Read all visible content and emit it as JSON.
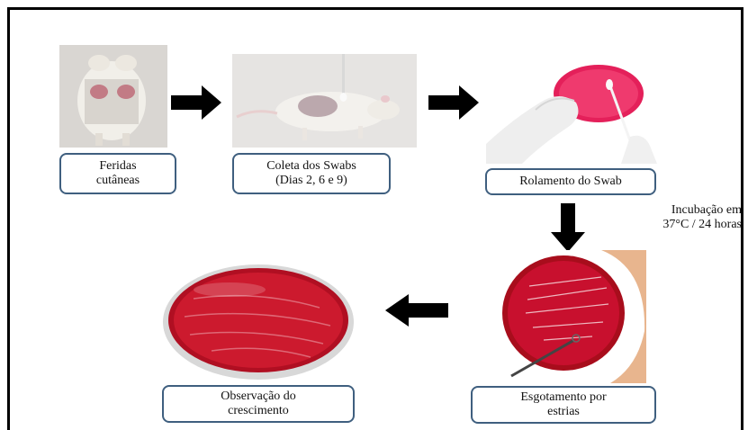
{
  "steps": [
    {
      "id": "feridas",
      "line1": "Feridas",
      "line2": "cutâneas"
    },
    {
      "id": "coleta",
      "line1": "Coleta dos Swabs",
      "line2": "(Dias 2, 6 e 9)"
    },
    {
      "id": "rolamento",
      "line1": "Rolamento do Swab",
      "line2": ""
    },
    {
      "id": "esgotamento",
      "line1": "Esgotamento por",
      "line2": "estrias"
    },
    {
      "id": "observacao",
      "line1": "Observação do",
      "line2": "crescimento"
    }
  ],
  "incubation": {
    "line1": "Incubação em",
    "line2": "37°C / 24 horas"
  },
  "colors": {
    "border": "#3f5f7f",
    "arrow": "#000000",
    "agar": "#c8102e",
    "glove": "#f2f2f2"
  }
}
